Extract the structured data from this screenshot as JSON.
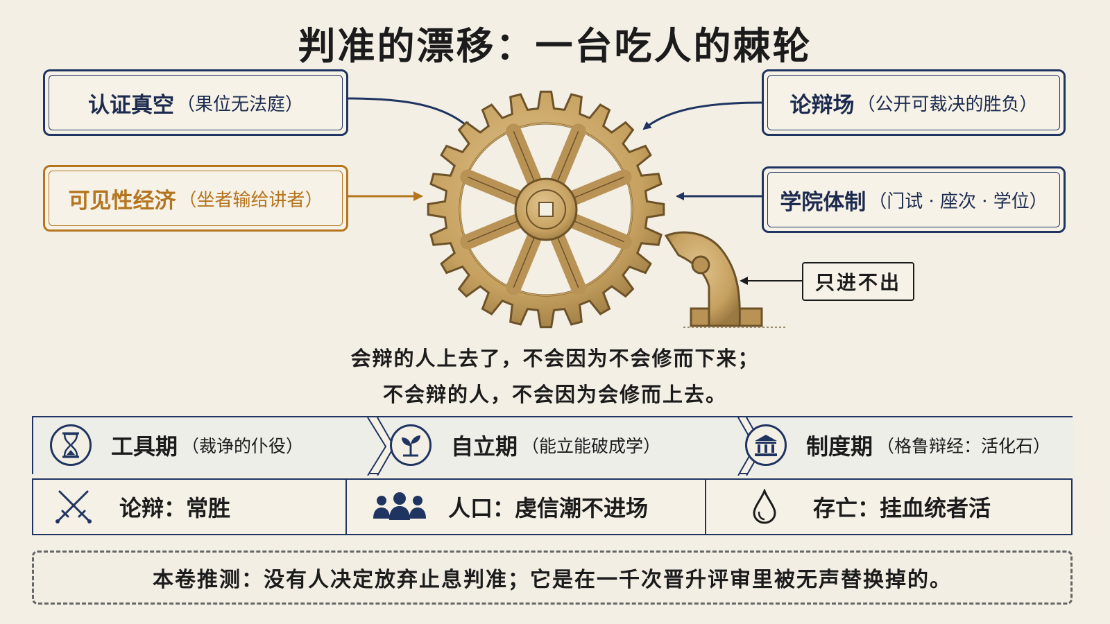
{
  "title": "判准的漂移：一台吃人的棘轮",
  "forces": {
    "top_left": {
      "main": "认证真空",
      "sub": "（果位无法庭）"
    },
    "mid_left": {
      "main": "可见性经济",
      "sub": "（坐者输给讲者）"
    },
    "top_right": {
      "main": "论辩场",
      "sub": "（公开可裁决的胜负）"
    },
    "mid_right": {
      "main": "学院体制",
      "sub": "（门试 · 座次 · 学位）"
    }
  },
  "pawl_label": "只进不出",
  "quote": {
    "line1": "会辩的人上去了，不会因为不会修而下来；",
    "line2": "不会辩的人，不会因为会修而上去。"
  },
  "stages": [
    {
      "main": "工具期",
      "sub": "（裁诤的仆役）",
      "icon": "hourglass-icon"
    },
    {
      "main": "自立期",
      "sub": "（能立能破成学）",
      "icon": "sprout-icon"
    },
    {
      "main": "制度期",
      "sub": "（格鲁辩经：活化石）",
      "icon": "institution-icon"
    }
  ],
  "outcomes": [
    {
      "text": "论辩：常胜",
      "icon": "crossed-swords-icon"
    },
    {
      "text": "人口：虔信潮不进场",
      "icon": "people-icon"
    },
    {
      "text": "存亡：挂血统者活",
      "icon": "drop-icon"
    }
  ],
  "conclusion": "本卷推测：没有人决定放弃止息判准；它是在一千次晋升评审里被无声替换掉的。",
  "colors": {
    "navy": "#1f3461",
    "gold": "#b5741e",
    "bronze": "#c9a567",
    "paper": "#f3efe4"
  }
}
